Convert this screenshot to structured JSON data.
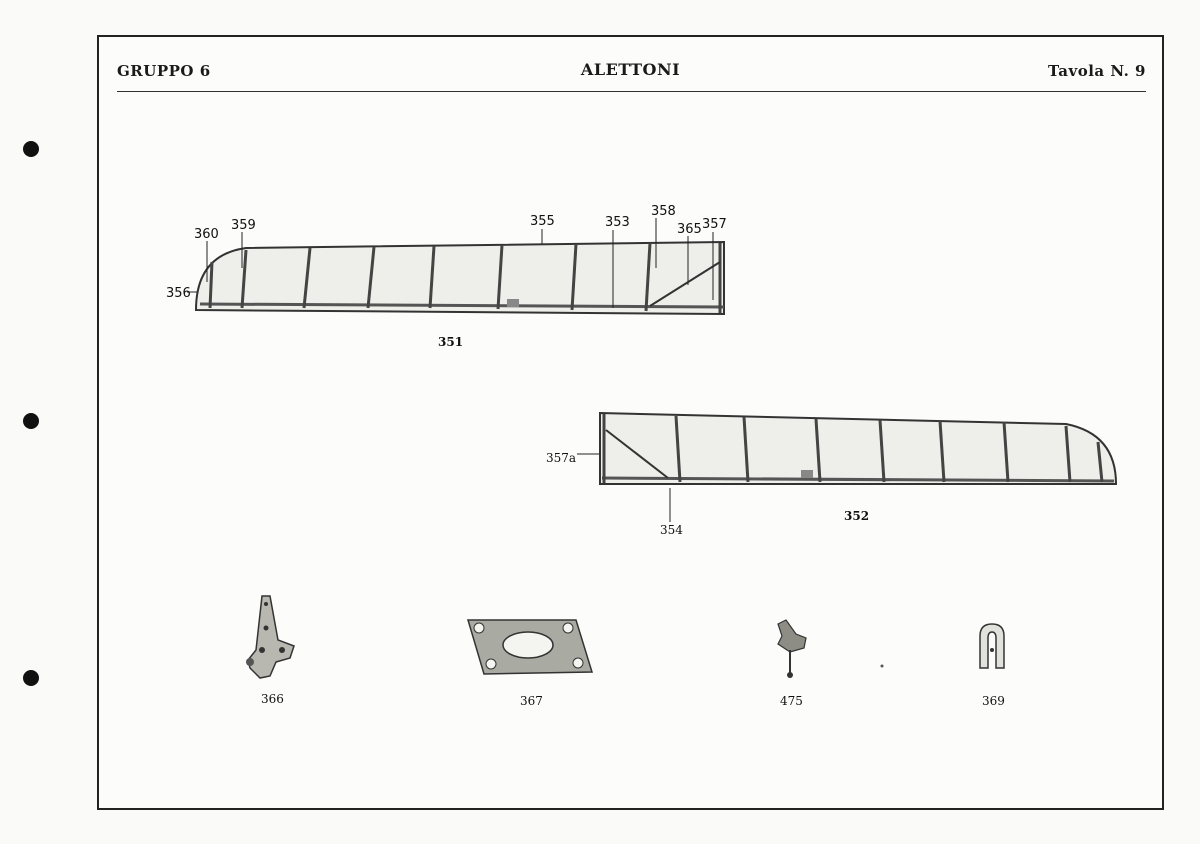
{
  "header": {
    "group": "GRUPPO 6",
    "title": "ALETTONI",
    "plate": "Tavola N. 9"
  },
  "assemblies": {
    "left_aileron": {
      "id": "351",
      "callouts": [
        "360",
        "359",
        "356",
        "355",
        "353",
        "358",
        "365",
        "357"
      ]
    },
    "right_aileron": {
      "id": "352",
      "callouts": [
        "357a",
        "354"
      ]
    }
  },
  "parts": [
    {
      "id": "366"
    },
    {
      "id": "367"
    },
    {
      "id": "475"
    },
    {
      "id": "369"
    }
  ]
}
